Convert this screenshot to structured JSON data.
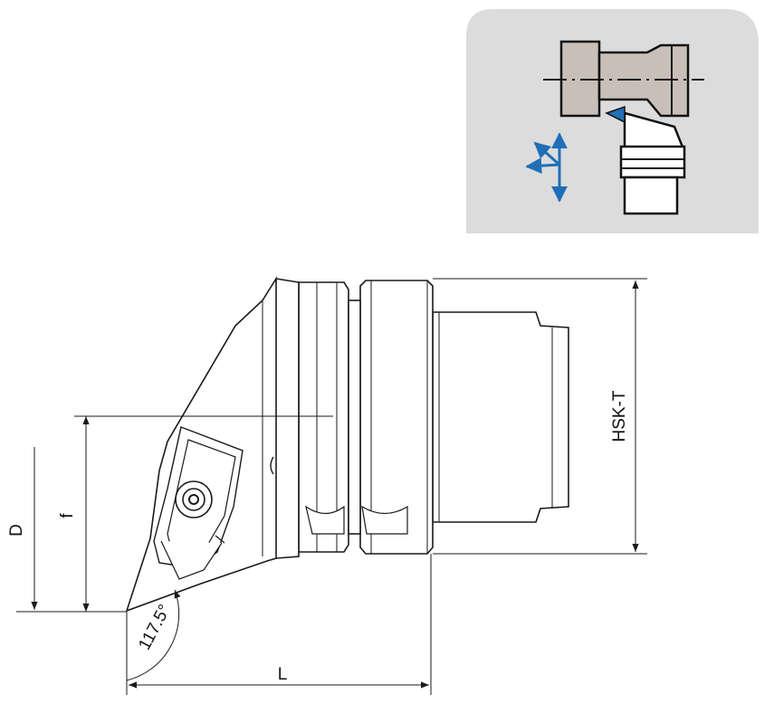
{
  "labels": {
    "D": "D",
    "f": "f",
    "L": "L",
    "HSK": "HSK-T",
    "angle": "117.5°"
  },
  "colors": {
    "line": "#1a1a1a",
    "inset_bg": "#dcdcdc",
    "holder_fill": "#c8c0b8",
    "insert_blue": "#1f6fb8",
    "arrow_blue": "#1f6fb8"
  },
  "icons": {
    "inset": "turning-setup-icon",
    "axes": "axis-arrows-icon"
  }
}
